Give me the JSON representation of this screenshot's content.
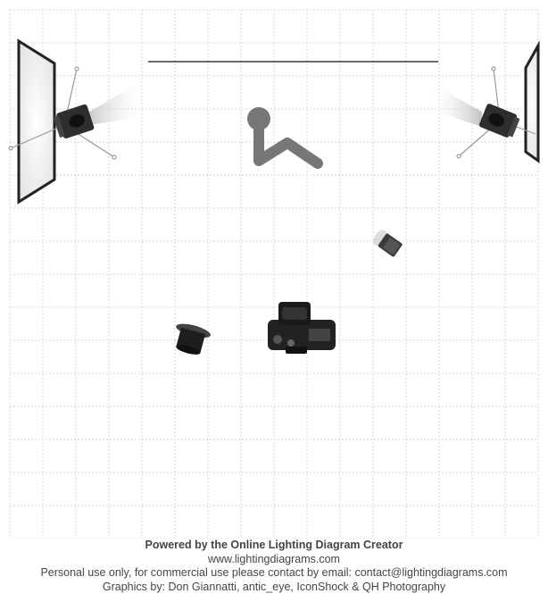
{
  "footer": {
    "powered": "Powered by the Online Lighting Diagram Creator",
    "url": "www.lightingdiagrams.com",
    "license": "Personal use only, for commercial use please contact by email: contact@lightingdiagrams.com",
    "credits": "Graphics by: Don Giannatti, antic_eye, IconShock & QH Photography"
  },
  "colors": {
    "grid": "#cccccc",
    "equipment": "#2a2a2a",
    "subject": "#777777",
    "text": "#444444"
  }
}
